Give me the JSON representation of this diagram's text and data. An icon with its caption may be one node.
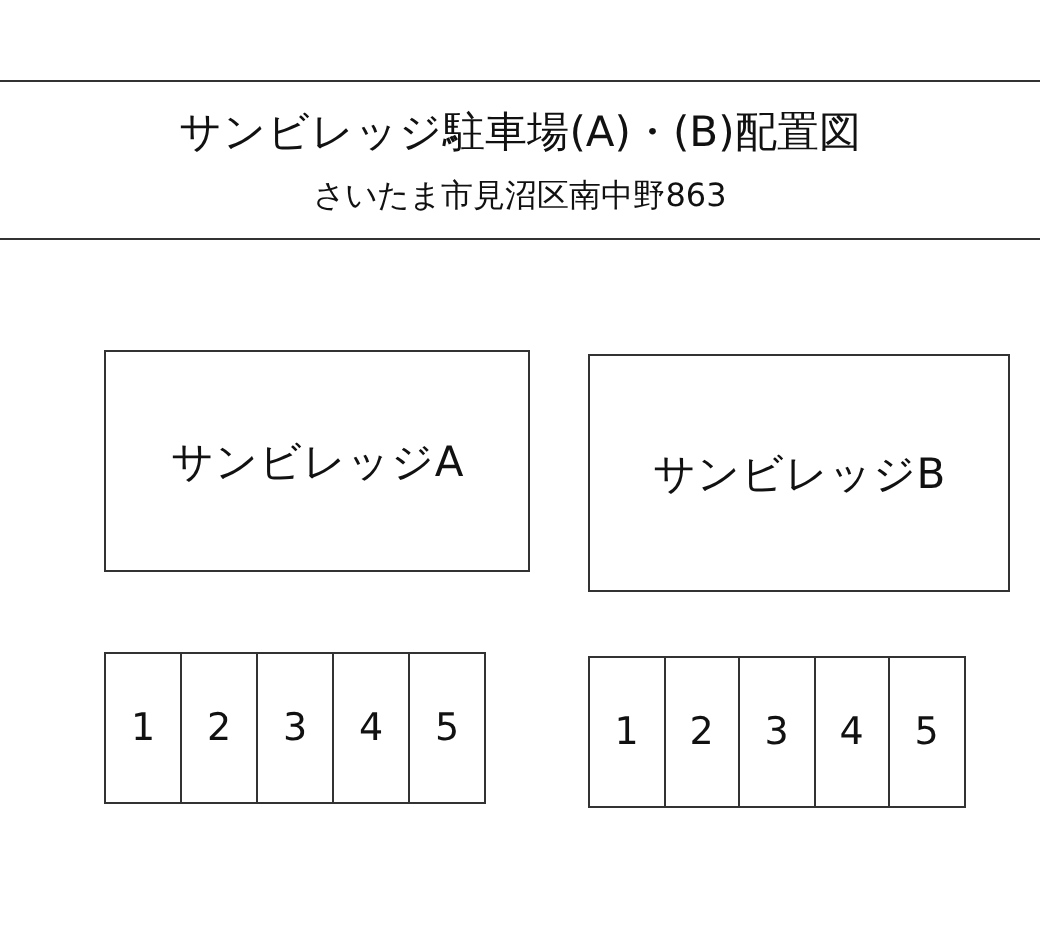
{
  "diagram": {
    "title": "サンビレッジ駐車場(A)・(B)配置図",
    "nodes": [
      {
        "text": [
          "サンビレッジA"
        ]
      },
      {
        "text": [
          "1"
        ]
      },
      {
        "text": [
          "2"
        ]
      },
      {
        "text": [
          "3"
        ]
      },
      {
        "text": [
          "4"
        ]
      },
      {
        "text": [
          "5"
        ]
      },
      {
        "text": [
          "サンビレッジB"
        ]
      },
      {
        "text": [
          "1"
        ]
      },
      {
        "text": [
          "2"
        ]
      },
      {
        "text": [
          "3"
        ]
      },
      {
        "text": [
          "4"
        ]
      },
      {
        "text": [
          "5"
        ]
      }
    ],
    "labels": [
      "さいたま市見沼区南中野863"
    ]
  }
}
